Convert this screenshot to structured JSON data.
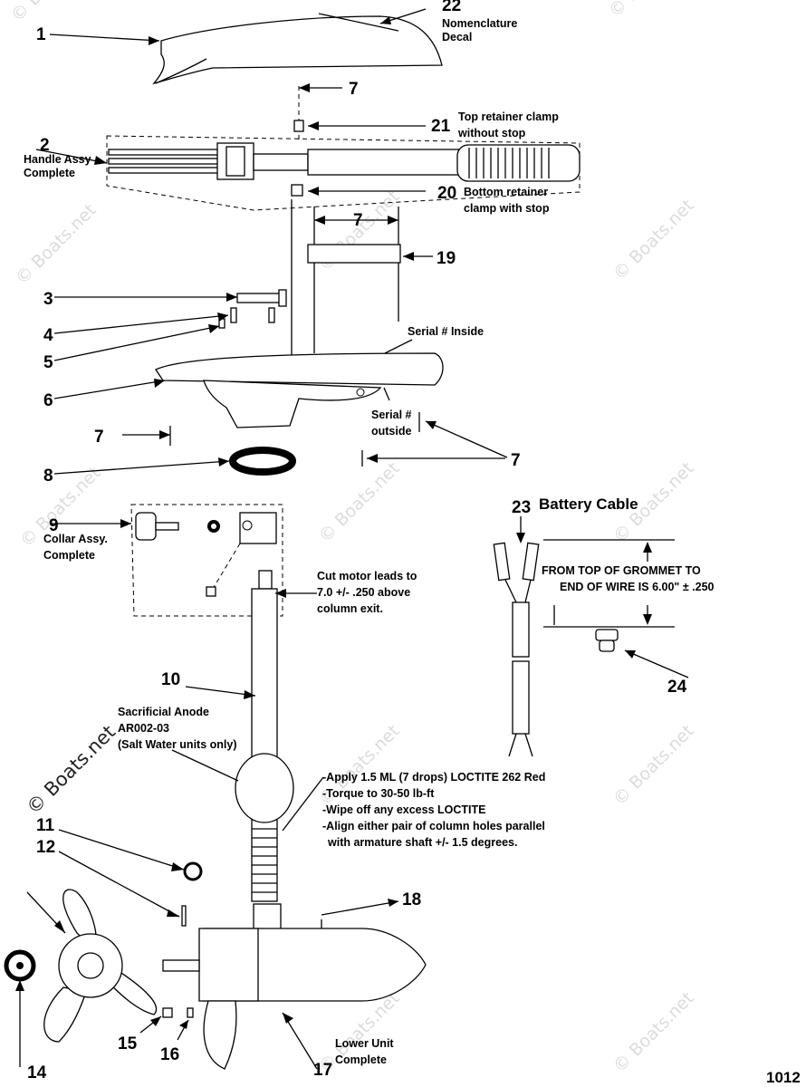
{
  "watermark": "© Boats.net",
  "page_number": "1012",
  "callouts": {
    "c1": "1",
    "c2": "2",
    "c3": "3",
    "c4": "4",
    "c5": "5",
    "c6": "6",
    "c7": "7",
    "c8": "8",
    "c9": "9",
    "c10": "10",
    "c11": "11",
    "c12": "12",
    "c14": "14",
    "c15": "15",
    "c16": "16",
    "c17": "17",
    "c18": "18",
    "c19": "19",
    "c20": "20",
    "c21": "21",
    "c22": "22",
    "c23": "23",
    "c24": "24"
  },
  "labels": {
    "nomenclature_1": "Nomenclature",
    "nomenclature_2": "Decal",
    "handle_1": "Handle Assy",
    "handle_2": "Complete",
    "top_clamp_1": "Top retainer clamp",
    "top_clamp_2": "without stop",
    "bottom_clamp_1": "Bottom retainer",
    "bottom_clamp_2": "clamp with stop",
    "serial_inside": "Serial # Inside",
    "serial_outside_1": "Serial #",
    "serial_outside_2": "outside",
    "collar_1": "Collar Assy.",
    "collar_2": "Complete",
    "battery_cable": "Battery Cable",
    "grommet_1": "FROM TOP OF GROMMET TO",
    "grommet_2": "END OF WIRE IS 6.00\" ± .250",
    "cut_leads_1": "Cut motor leads to",
    "cut_leads_2": "7.0 +/- .250 above",
    "cut_leads_3": "column exit.",
    "anode_1": "Sacrificial Anode",
    "anode_2": "AR002-03",
    "anode_3": "(Salt Water units only)",
    "loctite_1": "-Apply 1.5 ML (7 drops) LOCTITE 262 Red",
    "loctite_2": "-Torque to 30-50 lb-ft",
    "loctite_3": "-Wipe off any excess LOCTITE",
    "loctite_4": "-Align either pair of column holes parallel",
    "loctite_5": "with armature shaft +/- 1.5 degrees.",
    "lower_unit_1": "Lower Unit",
    "lower_unit_2": "Complete"
  }
}
